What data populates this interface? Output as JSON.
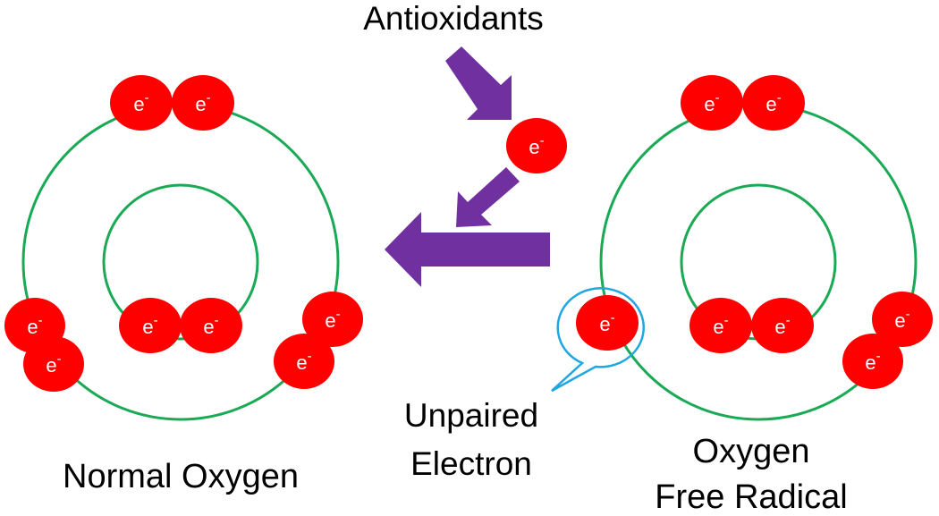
{
  "labels": {
    "antioxidants": "Antioxidants",
    "normal_oxygen": "Normal Oxygen",
    "unpaired_line1": "Unpaired",
    "unpaired_line2": "Electron",
    "free_radical_line1": "Oxygen",
    "free_radical_line2": "Free Radical"
  },
  "electron": {
    "symbol": "e",
    "charge": "-"
  },
  "colors": {
    "electron_fill": "#ff0000",
    "orbit_stroke": "#1aaa55",
    "arrow_fill": "#7030a0",
    "callout_stroke": "#1ea7e1",
    "label_text": "#000000"
  }
}
